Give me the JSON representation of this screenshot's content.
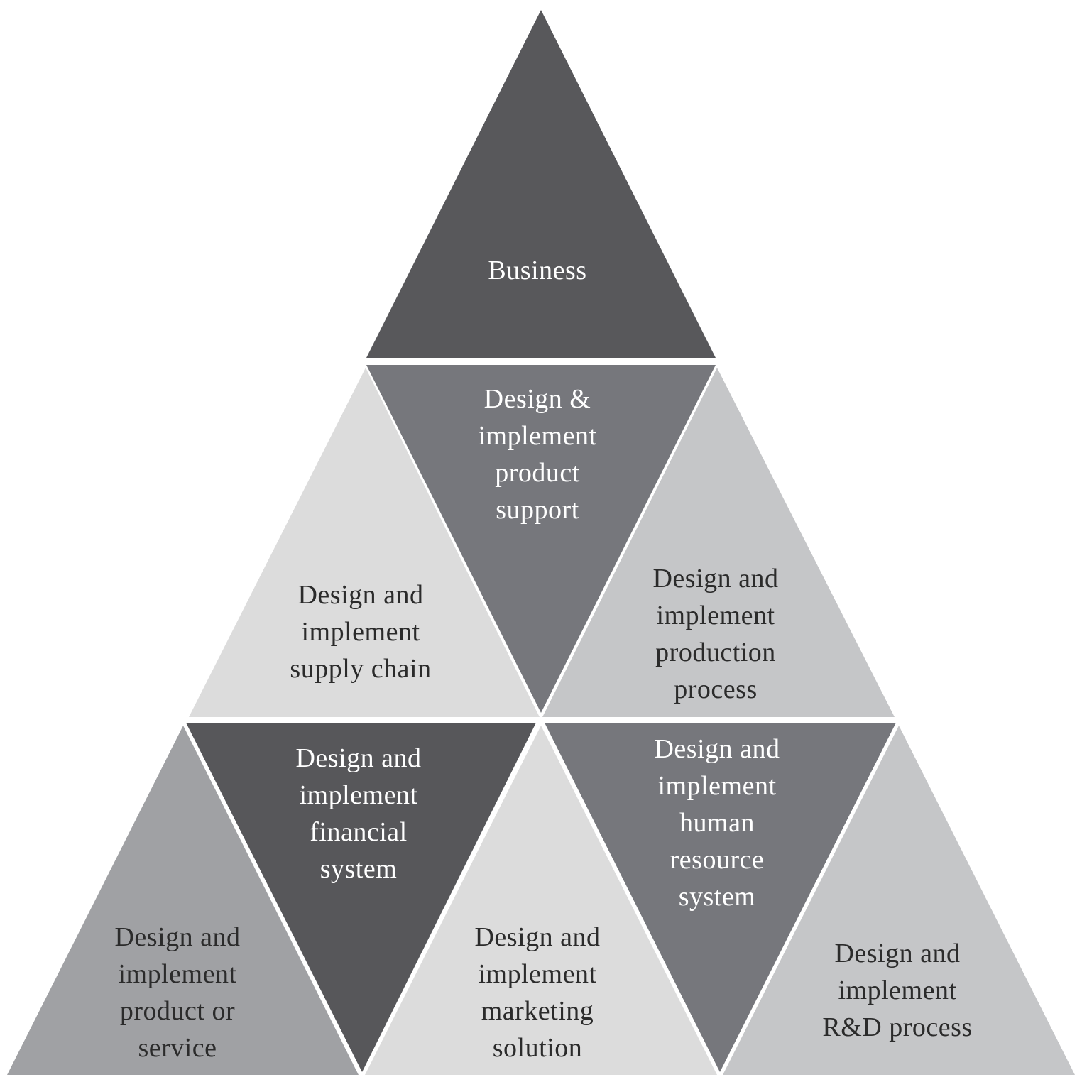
{
  "diagram": {
    "tiles": [
      {
        "id": "business",
        "lines": [
          "Business"
        ],
        "fill": "#58585b",
        "text_color": "#ffffff"
      },
      {
        "id": "product-support",
        "lines": [
          "Design &",
          "implement",
          "product",
          "support"
        ],
        "fill": "#76777c",
        "text_color": "#ffffff"
      },
      {
        "id": "supply-chain",
        "lines": [
          "Design and",
          "implement",
          "supply chain"
        ],
        "fill": "#dcdcdc",
        "text_color": "#2b2b2b"
      },
      {
        "id": "production-process",
        "lines": [
          "Design and",
          "implement",
          "production",
          "process"
        ],
        "fill": "#c5c6c8",
        "text_color": "#2b2b2b"
      },
      {
        "id": "financial-system",
        "lines": [
          "Design and",
          "implement",
          "financial",
          "system"
        ],
        "fill": "#57575a",
        "text_color": "#ffffff"
      },
      {
        "id": "human-resource-system",
        "lines": [
          "Design and",
          "implement",
          "human",
          "resource",
          "system"
        ],
        "fill": "#76777c",
        "text_color": "#ffffff"
      },
      {
        "id": "product-or-service",
        "lines": [
          "Design and",
          "implement",
          "product or",
          "service"
        ],
        "fill": "#a0a1a4",
        "text_color": "#2b2b2b"
      },
      {
        "id": "marketing-solution",
        "lines": [
          "Design and",
          "implement",
          "marketing",
          "solution"
        ],
        "fill": "#dcdcdc",
        "text_color": "#2b2b2b"
      },
      {
        "id": "rd-process",
        "lines": [
          "Design and",
          "implement",
          "R&D process"
        ],
        "fill": "#c5c6c8",
        "text_color": "#2b2b2b"
      }
    ]
  }
}
